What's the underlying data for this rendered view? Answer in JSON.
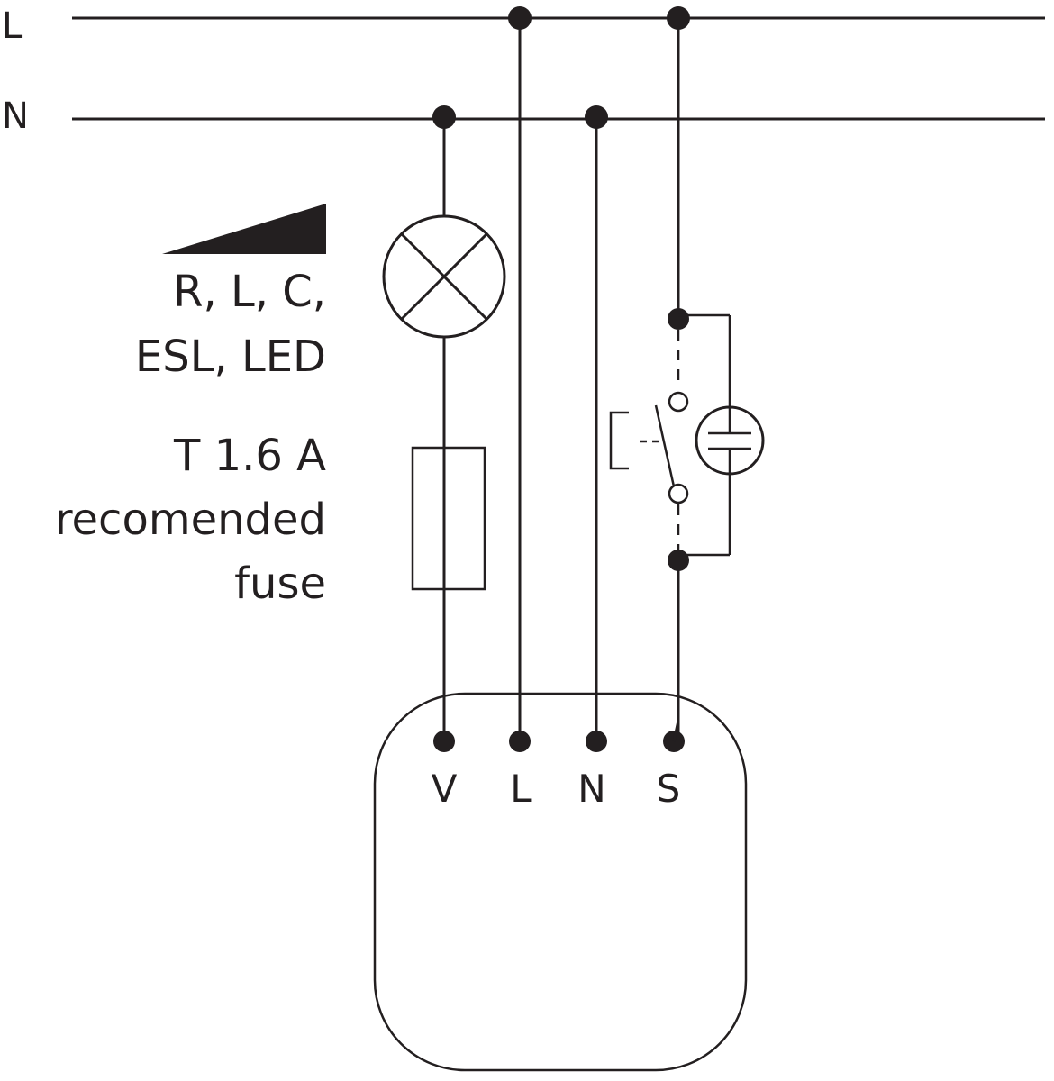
{
  "rails": {
    "live": "L",
    "neutral": "N"
  },
  "load": {
    "types_line1": "R, L, C,",
    "types_line2": "ESL, LED"
  },
  "fuse": {
    "line1": "T 1.6 A",
    "line2": "recomended",
    "line3": "fuse"
  },
  "device": {
    "terminals": [
      "V",
      "L",
      "N",
      "S"
    ]
  },
  "colors": {
    "ink": "#231f20",
    "background": "#ffffff"
  }
}
